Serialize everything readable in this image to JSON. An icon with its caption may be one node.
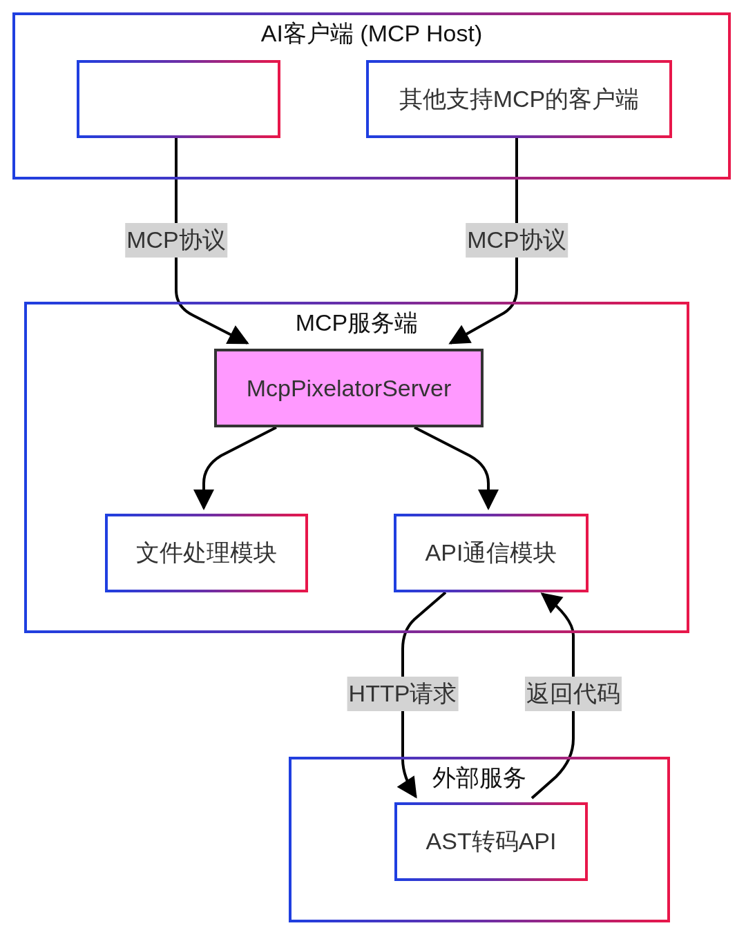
{
  "diagram": {
    "nodes": [
      {
        "text": [
          "AI客户端 (MCP Host)"
        ]
      },
      {
        "text": [],
        "shape": "box",
        "in": 0
      },
      {
        "text": [
          "其他支持MCP的客户端"
        ],
        "in": 0
      },
      {
        "text": [
          "MCP服务端"
        ]
      },
      {
        "text": [
          "McpPixelatorServer"
        ],
        "in": 3
      },
      {
        "text": [
          "文件处理模块"
        ],
        "in": 3
      },
      {
        "text": [
          "API通信模块"
        ],
        "in": 3
      },
      {
        "text": [
          "外部服务"
        ]
      },
      {
        "text": [
          "AST转码API"
        ],
        "in": 7
      }
    ],
    "edges": [
      {
        "from": 1,
        "to": 4,
        "arrow": "to",
        "label": "MCP协议"
      },
      {
        "from": 2,
        "to": 4,
        "arrow": "to",
        "label": "MCP协议"
      },
      {
        "from": 4,
        "to": 5,
        "arrow": "to"
      },
      {
        "from": 4,
        "to": 6,
        "arrow": "to"
      },
      {
        "from": 6,
        "to": 8,
        "arrow": "to",
        "label": "HTTP请求"
      },
      {
        "from": 8,
        "to": 6,
        "arrow": "to",
        "label": "返回代码"
      }
    ]
  }
}
